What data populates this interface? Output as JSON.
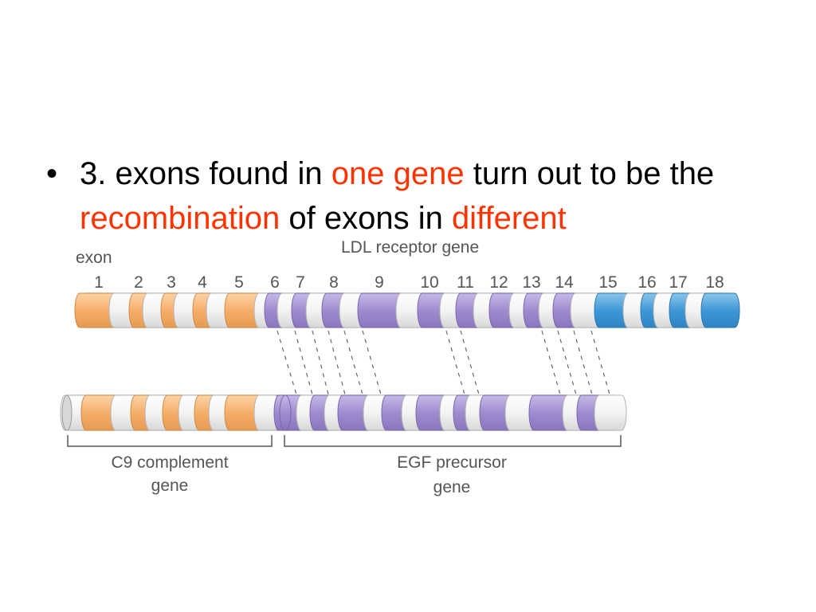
{
  "bullet": {
    "symbol": "•",
    "segments": [
      {
        "text": "3. exons found in ",
        "highlight": false
      },
      {
        "text": "one gene",
        "highlight": true
      },
      {
        "text": " turn out to be the ",
        "highlight": false
      },
      {
        "text": "recombination",
        "highlight": true
      },
      {
        "text": " of exons in ",
        "highlight": false
      },
      {
        "text": "different",
        "highlight": true
      }
    ]
  },
  "diagram": {
    "ldl_title": "LDL receptor gene",
    "exon_label": "exon",
    "exon_numbers": [
      "1",
      "2",
      "3",
      "4",
      "5",
      "6",
      "7",
      "8",
      "9",
      "10",
      "11",
      "12",
      "13",
      "14",
      "15",
      "16",
      "17",
      "18"
    ],
    "c9_label_line1": "C9 complement",
    "c9_label_line2": "gene",
    "egf_label_line1": "EGF precursor",
    "egf_label_line2": "gene",
    "colors": {
      "highlight": "#ff3300",
      "orange": "#f5b06e",
      "purple": "#a18fd0",
      "blue": "#4a9fd8",
      "white": "#f6f6f6",
      "label": "#555555"
    }
  }
}
